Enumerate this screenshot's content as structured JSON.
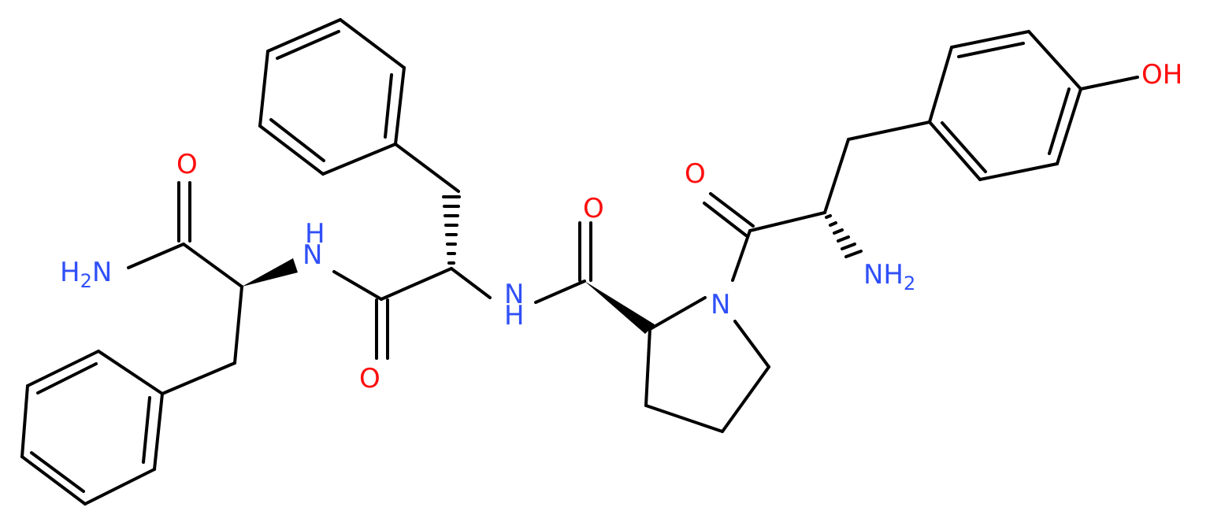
{
  "molecule": {
    "labels": {
      "amide_nh2": {
        "main": "H",
        "sub": "2",
        "tail": "N"
      },
      "amide_o": "O",
      "nh1": {
        "line1": "H",
        "line2": "N"
      },
      "o2": "O",
      "nh2": {
        "line1": "N",
        "line2": "H"
      },
      "o3": "O",
      "pro_n": "N",
      "o4": "O",
      "tyr_nh2": {
        "main": "NH",
        "sub": "2"
      },
      "oh": "OH"
    },
    "colors": {
      "bond": "#000000",
      "oxygen": "#ff0d0d",
      "nitrogen": "#3050f8"
    }
  }
}
